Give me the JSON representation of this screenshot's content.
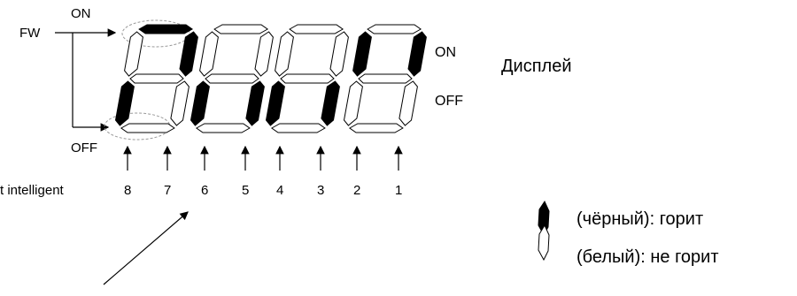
{
  "labels": {
    "fw": "FW",
    "on_top": "ON",
    "off_bottom": "OFF",
    "on_right": "ON",
    "off_right": "OFF",
    "display_title": "Дисплей",
    "partial_caption": "t intelligent"
  },
  "digit_numbers": [
    "8",
    "7",
    "6",
    "5",
    "4",
    "3",
    "2",
    "1"
  ],
  "legend": [
    {
      "symbol": "filled-segment",
      "text": "(чёрный): горит"
    },
    {
      "symbol": "hollow-segment",
      "text": "(белый): не горит"
    }
  ],
  "digits_lit_segments": [
    {
      "top_pair": [
        "a",
        "b"
      ],
      "bottom_pair": [
        "e"
      ]
    },
    {
      "top_pair": [],
      "bottom_pair": [
        "e",
        "c"
      ]
    },
    {
      "top_pair": [],
      "bottom_pair": [
        "e",
        "c"
      ]
    },
    {
      "top_pair": [
        "f",
        "b"
      ],
      "bottom_pair": []
    }
  ],
  "colors": {
    "ink": "#000000",
    "dashed_circle": "#999999",
    "background": "#ffffff"
  }
}
